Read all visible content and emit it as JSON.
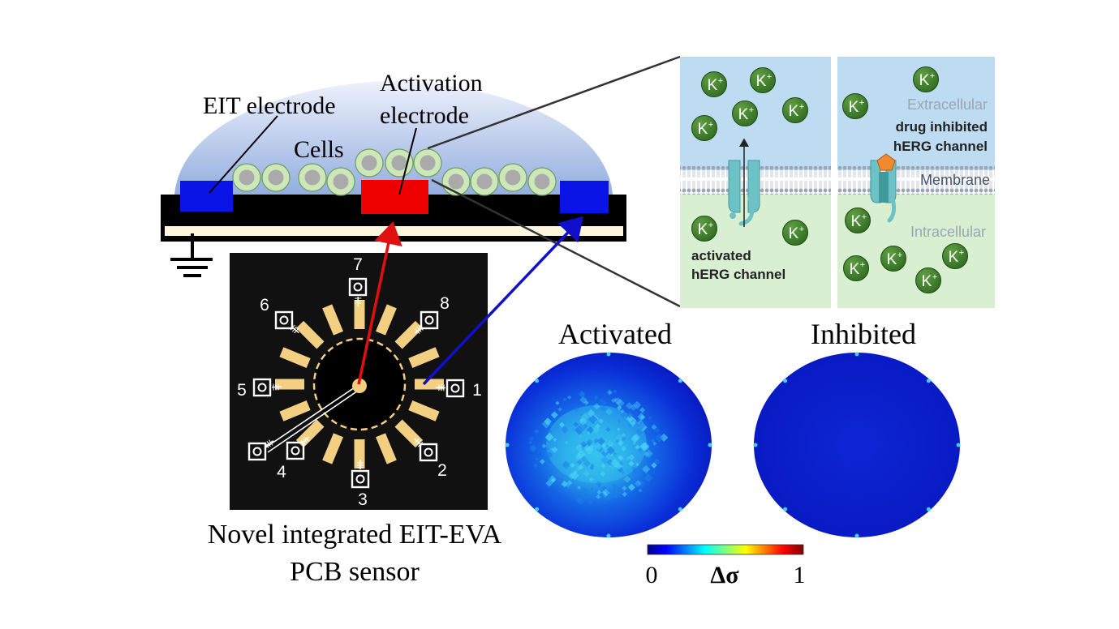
{
  "cross_section": {
    "labels": {
      "eit_electrode": "EIT electrode",
      "activation_line1": "Activation",
      "activation_line2": "electrode",
      "cells": "Cells"
    }
  },
  "pcb": {
    "electrode_numbers": [
      "1",
      "2",
      "3",
      "4",
      "5",
      "6",
      "7",
      "8"
    ],
    "caption_line1": "Novel integrated EIT-EVA",
    "caption_line2": "PCB sensor"
  },
  "membrane_panel": {
    "ion_label": "K",
    "ion_charge": "+",
    "extracellular": "Extracellular",
    "membrane": "Membrane",
    "intracellular": "Intracellular",
    "activated_line1": "activated",
    "activated_line2": "hERG channel",
    "inhibited_line1": "drug inhibited",
    "inhibited_line2": "hERG channel"
  },
  "reconstructions": {
    "activated_title": "Activated",
    "inhibited_title": "Inhibited"
  },
  "colorbar": {
    "min_label": "0",
    "max_label": "1",
    "quantity_label": "Δσ",
    "colormap": "jet"
  },
  "colors": {
    "electrode_blue": "#0a14e6",
    "electrode_red": "#ee0000",
    "cell_fill": "#cce8b8",
    "nucleus": "#aaaaaa",
    "pcb_black": "#111111",
    "pad_gold": "#f3cf82",
    "ion_green": "#3d7a2a",
    "channel_teal": "#6cc2c4",
    "extracellular_bg": "#bddcf2",
    "intracellular_bg": "#d9efd2",
    "arrow_red": "#e01010",
    "arrow_blue": "#1010cc"
  }
}
